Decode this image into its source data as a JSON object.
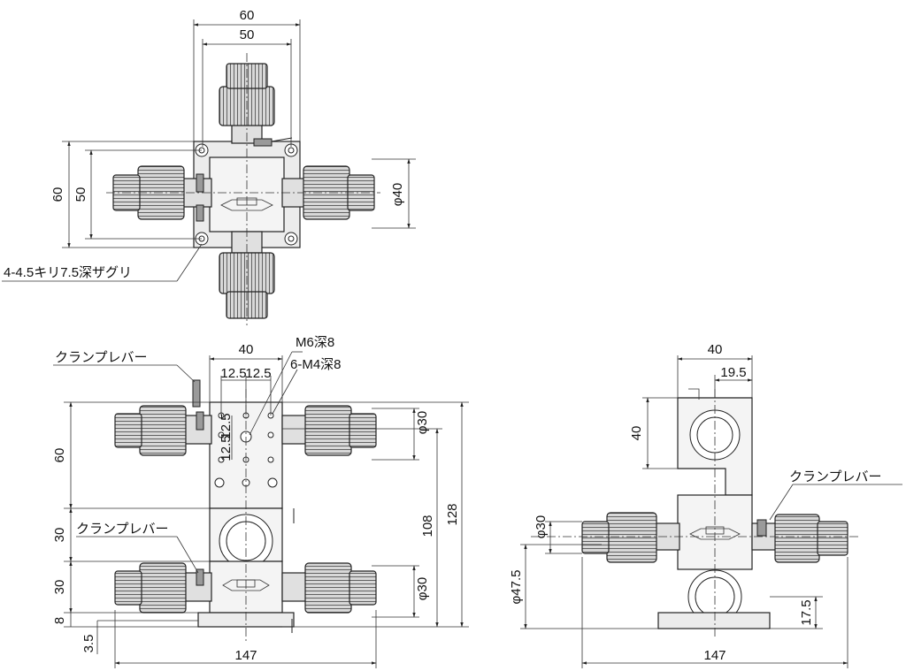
{
  "top_view": {
    "dim_width_outer": "60",
    "dim_width_inner": "50",
    "dim_height_outer": "60",
    "dim_height_inner": "50",
    "dim_knob_dia": "φ40",
    "hole_note": "4-4.5キリ7.5深ザグリ"
  },
  "front_view": {
    "dim_width": "40",
    "pitch_x_1": "12.5",
    "pitch_x_2": "12.5",
    "pitch_y_1": "12.5",
    "pitch_y_2": "12.5",
    "thread_center": "M6深8",
    "thread_holes": "6-M4深8",
    "clamp_lever_top": "クランプレバー",
    "clamp_lever_mid": "クランプレバー",
    "dim_60": "60",
    "dim_30_a": "30",
    "dim_30_b": "30",
    "dim_8": "8",
    "dim_3_5": "3.5",
    "dim_108": "108",
    "dim_128": "128",
    "dim_phi30_top": "φ30",
    "dim_phi30_bottom": "φ30",
    "dim_147": "147"
  },
  "side_view": {
    "dim_40_width": "40",
    "dim_19_5": "19.5",
    "dim_40_height": "40",
    "clamp_lever": "クランプレバー",
    "dim_phi30": "φ30",
    "dim_phi47_5": "φ47.5",
    "dim_17_5": "17.5",
    "dim_147": "147"
  }
}
